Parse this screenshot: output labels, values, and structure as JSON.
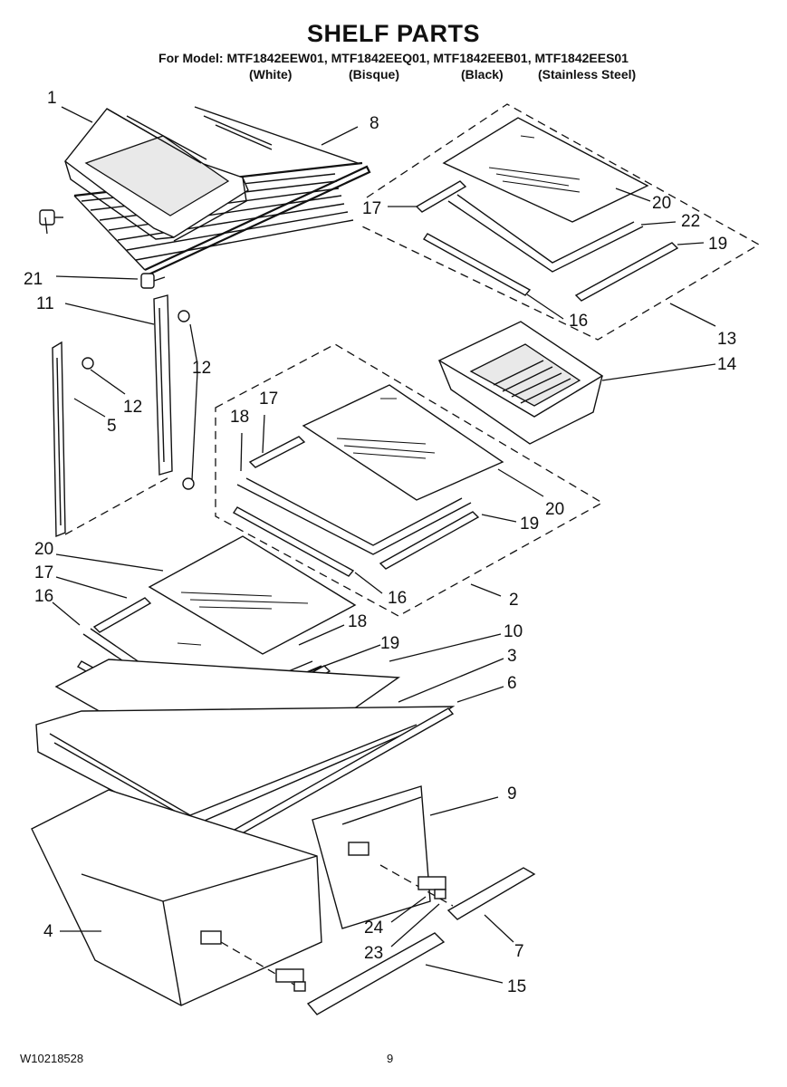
{
  "header": {
    "title": "SHELF PARTS",
    "models_line": "For Model: MTF1842EEW01, MTF1842EEQ01, MTF1842EEB01, MTF1842EES01",
    "variants": {
      "white": "(White)",
      "bisque": "(Bisque)",
      "black": "(Black)",
      "stainless": "(Stainless Steel)"
    }
  },
  "callouts": {
    "c1": "1",
    "c8": "8",
    "c17a": "17",
    "c20a": "20",
    "c22": "22",
    "c19a": "19",
    "c21": "21",
    "c16a": "16",
    "c11": "11",
    "c13": "13",
    "c14": "14",
    "c12a": "12",
    "c12b": "12",
    "c5": "5",
    "c17b": "17",
    "c18a": "18",
    "c20b": "20",
    "c19b": "19",
    "c20c": "20",
    "c17c": "17",
    "c16b": "16",
    "c2": "2",
    "c16c": "16",
    "c18b": "18",
    "c10": "10",
    "c19c": "19",
    "c3": "3",
    "c6": "6",
    "c9": "9",
    "c4": "4",
    "c24": "24",
    "c7": "7",
    "c23": "23",
    "c15": "15"
  },
  "footer": {
    "doc_number": "W10218528",
    "page_number": "9"
  }
}
